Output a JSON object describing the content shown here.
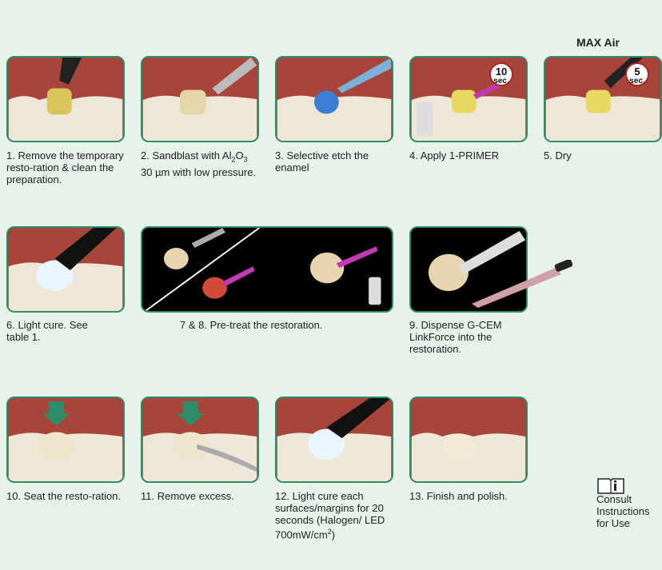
{
  "header": {
    "max_air": "MAX Air"
  },
  "steps": [
    {
      "id": 1,
      "caption": "1. Remove the temporary resto-ration & clean the preparation."
    },
    {
      "id": 2,
      "caption_pre": "2. Sandblast with Al",
      "sub1": "2",
      "mid": "O",
      "sub2": "3",
      "caption_post": " 30 µm with low pressure."
    },
    {
      "id": 3,
      "caption": "3. Selective etch the enamel"
    },
    {
      "id": 4,
      "caption": "4. Apply 1-PRIMER",
      "badge_value": "10",
      "badge_unit": "sec."
    },
    {
      "id": 5,
      "caption": "5. Dry",
      "badge_value": "5",
      "badge_unit": "sec."
    },
    {
      "id": 6,
      "caption": "6. Light cure. See table 1."
    },
    {
      "id": 7,
      "caption": "7 & 8. Pre-treat the restoration."
    },
    {
      "id": 9,
      "caption": "9. Dispense G-CEM LinkForce into the restoration."
    },
    {
      "id": 10,
      "caption": "10. Seat the resto-ration."
    },
    {
      "id": 11,
      "caption": "11. Remove excess."
    },
    {
      "id": 12,
      "caption_pre": "12. Light cure each surfaces/margins for 20 seconds (Halogen/ LED 700mW/cm",
      "sup": "2",
      "caption_post": ")"
    },
    {
      "id": 13,
      "caption": "13. Finish and polish."
    }
  ],
  "consult": {
    "text": "Consult Instructions for Use",
    "icon": "info-book-icon"
  },
  "colors": {
    "background": "#e6f2ea",
    "frame": "#2f8c6a",
    "gum": "#9b3f36",
    "badge_border": "#b02020"
  }
}
